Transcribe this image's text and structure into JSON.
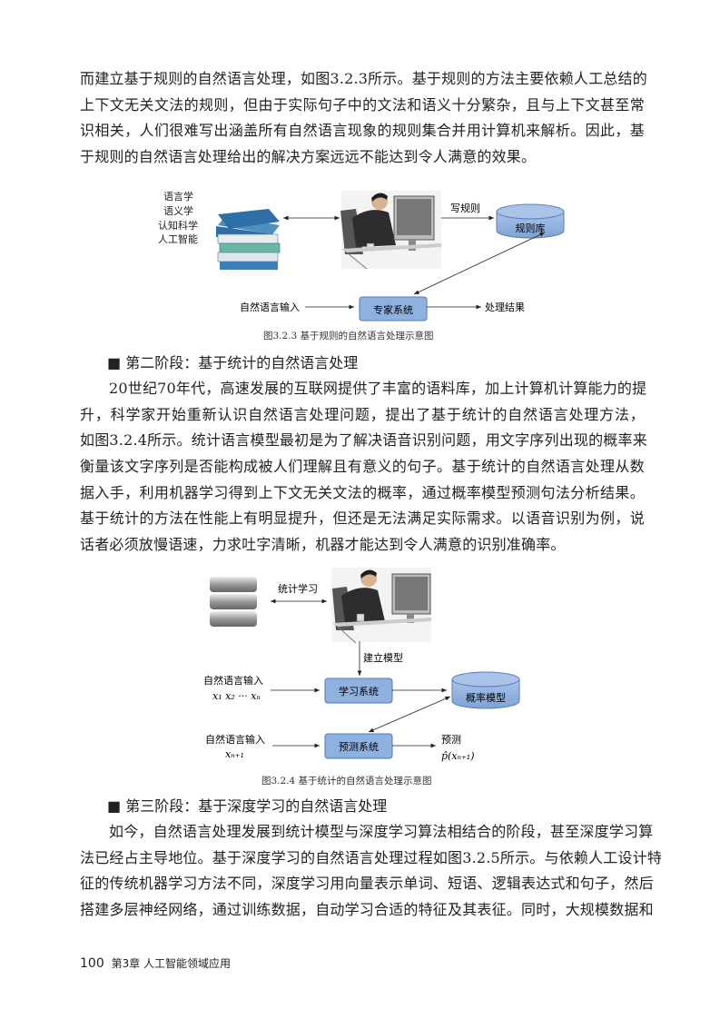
{
  "para1": [
    "而建立基于规则的自然语言处理，如图3.2.3所示。基于规则的方法主要依赖人工总结的",
    "上下文无关文法的规则，但由于实际句子中的文法和语义十分繁杂，且与上下文甚至常",
    "识相关，人们很难写出涵盖所有自然语言现象的规则集合并用计算机来解析。因此，基",
    "于规则的自然语言处理给出的解决方案远远不能达到令人满意的效果。"
  ],
  "figure1": {
    "disciplines": [
      "语言学",
      "语义学",
      "认知科学",
      "人工智能"
    ],
    "write_rules": "写规则",
    "rule_base": "规则库",
    "input": "自然语言输入",
    "expert_system": "专家系统",
    "output": "处理结果",
    "caption": "图3.2.3   基于规则的自然语言处理示意图"
  },
  "heading2": "■ 第二阶段：基于统计的自然语言处理",
  "para2": [
    "20世纪70年代，高速发展的互联网提供了丰富的语料库，加上计算机计算能力的提",
    "升，科学家开始重新认识自然语言处理问题，提出了基于统计的自然语言处理方法，",
    "如图3.2.4所示。统计语言模型最初是为了解决语音识别问题，用文字序列出现的概率来",
    "衡量该文字序列是否能构成被人们理解且有意义的句子。基于统计的自然语言处理从数",
    "据入手，利用机器学习得到上下文无关文法的概率，通过概率模型预测句法分析结果。",
    "基于统计的方法在性能上有明显提升，但还是无法满足实际需求。以语音识别为例，说",
    "话者必须放慢语速，力求吐字清晰，机器才能达到令人满意的识别准确率。"
  ],
  "figure2": {
    "stat_learning": "统计学习",
    "build_model": "建立模型",
    "input1": "自然语言输入",
    "input1_seq": "x₁ x₂ ··· xₙ",
    "learning_system": "学习系统",
    "prob_model": "概率模型",
    "input2": "自然语言输入",
    "input2_seq": "xₙ₊₁",
    "prediction_system": "预测系统",
    "predict": "预测",
    "predict_formula": "p̂(xₙ₊₁)",
    "caption": "图3.2.4   基于统计的自然语言处理示意图"
  },
  "heading3": "■ 第三阶段：基于深度学习的自然语言处理",
  "para3": [
    "如今，自然语言处理发展到统计模型与深度学习算法相结合的阶段，甚至深度学习算",
    "法已经占主导地位。基于深度学习的自然语言处理过程如图3.2.5所示。与依赖人工设计特",
    "征的传统机器学习方法不同，深度学习用向量表示单词、短语、逻辑表达式和句子，然后",
    "搭建多层神经网络，通过训练数据，自动学习合适的特征及其表征。同时，大规模数据和"
  ],
  "footer": {
    "page_number": "100",
    "chapter": "第3章   人工智能领域应用"
  }
}
